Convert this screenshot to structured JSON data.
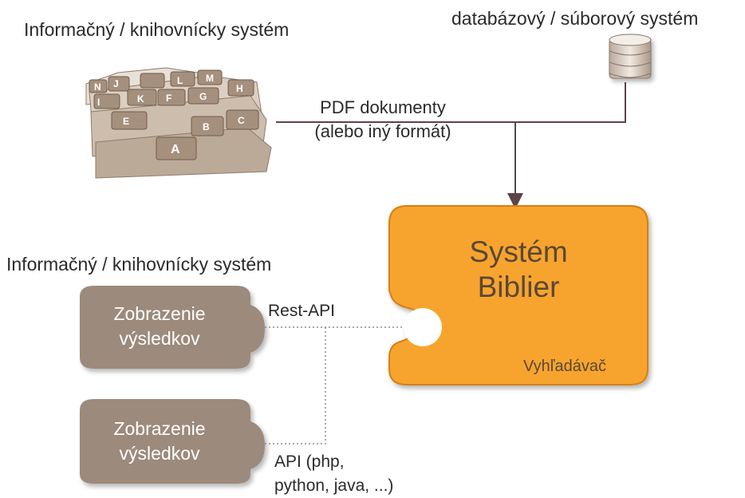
{
  "top_system": {
    "label": "Informačný / knihovnícky systém",
    "card_tabs": [
      "N",
      "I",
      "J",
      "K",
      "L",
      "M",
      "H",
      "F",
      "E",
      "G",
      "B",
      "C",
      "A"
    ]
  },
  "database": {
    "label": "databázový / súborový systém",
    "icon": "database-icon"
  },
  "pdf_connector": {
    "line1": "PDF dokumenty",
    "line2": "(alebo iný formát)"
  },
  "biblier": {
    "title_line1": "Systém",
    "title_line2": "Biblier",
    "subtitle": "Vyhľadávač",
    "color": "#F7A42E"
  },
  "bottom_system": {
    "label": "Informačný / knihovnícky systém"
  },
  "result_boxes": [
    {
      "line1": "Zobrazenie",
      "line2": "výsledkov"
    },
    {
      "line1": "Zobrazenie",
      "line2": "výsledkov"
    }
  ],
  "api_labels": {
    "rest": "Rest-API",
    "api_line1": "API (php,",
    "api_line2": "python, java, ...)"
  },
  "colors": {
    "box_brown": "#9C8A7B",
    "connector": "#5C4448",
    "accent": "#F7A42E"
  }
}
